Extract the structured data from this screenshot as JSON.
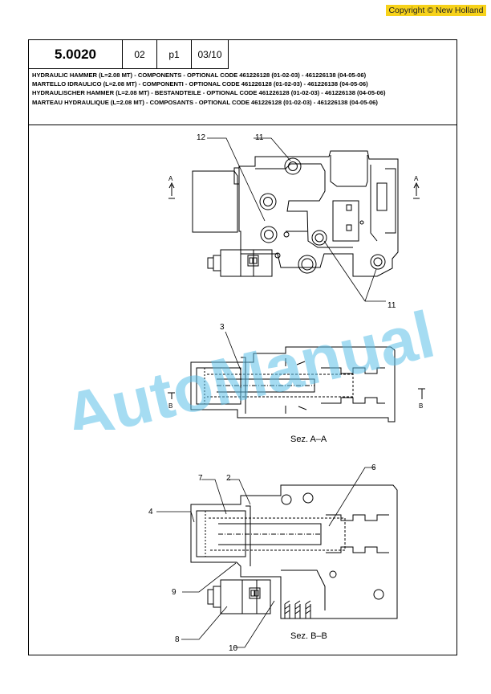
{
  "copyright": "Copyright © New Holland",
  "header": {
    "code": "5.0020",
    "cell2": "02",
    "cell3": "p1",
    "cell4": "03/10",
    "titles": [
      "HYDRAULIC HAMMER (L=2.08 MT) - COMPONENTS - OPTIONAL CODE 461226128 (01-02-03) - 461226138 (04-05-06)",
      "MARTELLO IDRAULICO (L=2.08 MT) - COMPONENTI - OPTIONAL CODE 461226128 (01-02-03) - 461226138 (04-05-06)",
      "HYDRAULISCHER HAMMER (L=2.08 MT) - BESTANDTEILE - OPTIONAL CODE 461226128 (01-02-03) - 461226138 (04-05-06)",
      "MARTEAU HYDRAULIQUE (L=2.08 MT) - COMPOSANTS - OPTIONAL CODE 461226128 (01-02-03) - 461226138 (04-05-06)"
    ]
  },
  "drawing": {
    "callouts": {
      "c12": "12",
      "c11a": "11",
      "c11b": "11",
      "c3": "3",
      "c7": "7",
      "c2": "2",
      "c6": "6",
      "c4": "4",
      "c9": "9",
      "c8": "8",
      "c10": "10"
    },
    "section_marks": {
      "a_left": "A",
      "a_right": "A",
      "b_left": "B",
      "b_right": "B"
    },
    "section_aa": "Sez. A–A",
    "section_bb": "Sez. B–B"
  },
  "watermark": "AutoManual",
  "colors": {
    "copyright_bg": "#f7d21a",
    "watermark": "#5bc0e8"
  }
}
